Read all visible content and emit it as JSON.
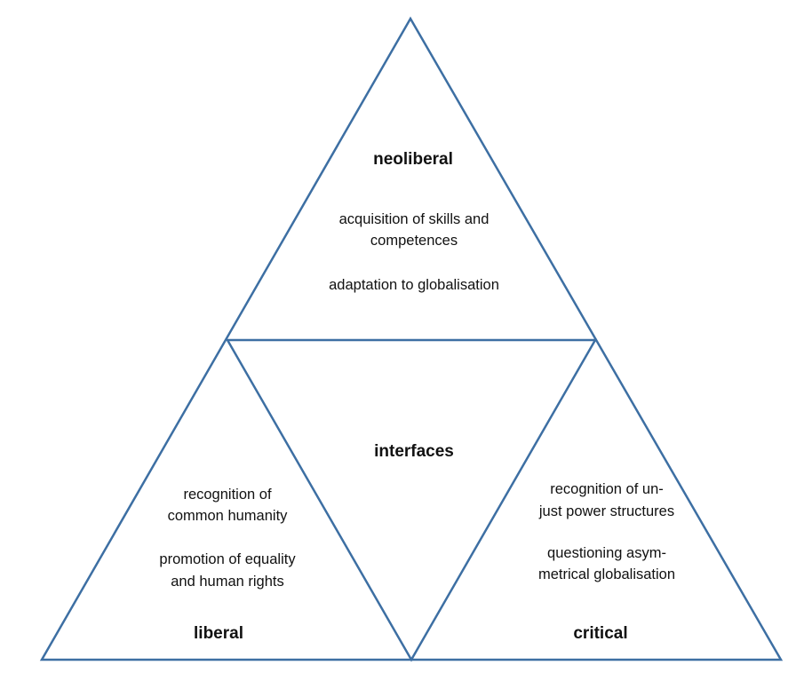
{
  "colors": {
    "line": "#3d6fa3"
  },
  "neoliberal": {
    "title": "neoliberal",
    "items": [
      "acquisition of skills and",
      "competences",
      "adaptation to globalisation"
    ]
  },
  "interfaces": {
    "title": "interfaces"
  },
  "liberal": {
    "title": "liberal",
    "items": [
      "recognition of",
      "common humanity",
      "promotion of equality",
      "and human rights"
    ]
  },
  "critical": {
    "title": "critical",
    "items": [
      "recognition of un-",
      "just power structures",
      "questioning asym-",
      "metrical globalisation"
    ]
  }
}
